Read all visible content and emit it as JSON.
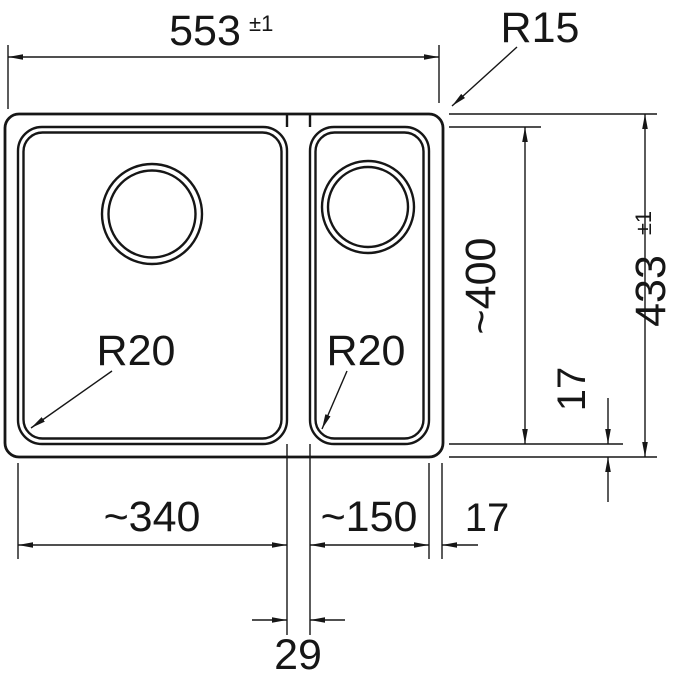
{
  "drawing": {
    "labels": {
      "overall_width": "553",
      "overall_width_tolerance": "±1",
      "outer_corner_radius": "R15",
      "bowl_length": "~400",
      "overall_depth": "433",
      "overall_depth_tolerance": "±1",
      "rear_edge_offset": "17",
      "left_bowl_width": "~340",
      "right_bowl_width": "~150",
      "side_edge_offset": "17",
      "center_divider_width": "29",
      "left_bowl_corner_radius": "R20",
      "right_bowl_corner_radius": "R20"
    }
  }
}
